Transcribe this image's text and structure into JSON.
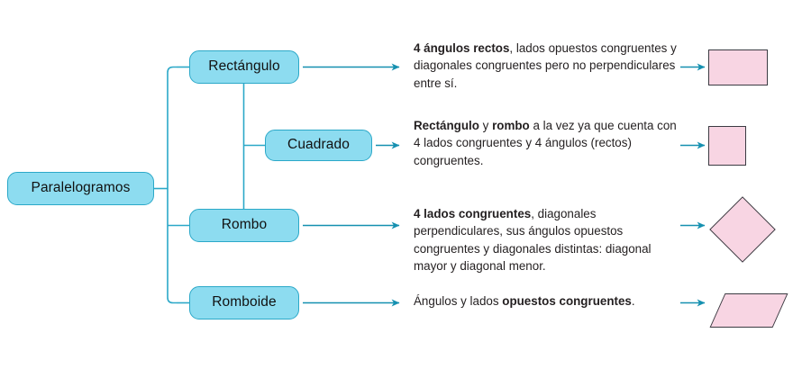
{
  "diagram": {
    "title": "Paralelogramos",
    "root": {
      "label": "Paralelogramos"
    },
    "branches": [
      {
        "node_label": "Rectángulo",
        "description_parts": [
          {
            "text": "4 ángulos rectos",
            "bold": true
          },
          {
            "text": ", lados opuestos congruentes y diagonales congruentes pero no perpendiculares entre sí.",
            "bold": false
          }
        ],
        "description_plain": "4 ángulos rectos, lados opuestos congruentes y diagonales congruentes pero no perpendiculares entre sí.",
        "figure": "rectangle"
      },
      {
        "node_label": "Cuadrado",
        "description_parts": [
          {
            "text": "Rectángulo",
            "bold": true
          },
          {
            "text": " y ",
            "bold": false
          },
          {
            "text": "rombo",
            "bold": true
          },
          {
            "text": " a la vez ya que cuenta con 4 lados congruentes y 4 ángulos (rectos) congruentes.",
            "bold": false
          }
        ],
        "description_plain": "Rectángulo y rombo a la vez ya que cuenta con 4 lados congruentes y 4 ángulos (rectos) congruentes.",
        "figure": "square"
      },
      {
        "node_label": "Rombo",
        "description_parts": [
          {
            "text": "4 lados congruentes",
            "bold": true
          },
          {
            "text": ", diagonales perpendiculares, sus ángulos opuestos congruentes y diagonales distintas: diagonal mayor y diagonal menor.",
            "bold": false
          }
        ],
        "description_plain": "4 lados congruentes, diagonales perpendiculares, sus ángulos opuestos congruentes y diagonales distintas: diagonal mayor y diagonal menor.",
        "figure": "rhombus"
      },
      {
        "node_label": "Romboide",
        "description_parts": [
          {
            "text": "Ángulos y lados ",
            "bold": false
          },
          {
            "text": "opuestos congruentes",
            "bold": true
          },
          {
            "text": ".",
            "bold": false
          }
        ],
        "description_plain": "Ángulos y lados opuestos congruentes.",
        "figure": "parallelogram"
      }
    ],
    "figure_names": {
      "rectangle": "rectangle-figure",
      "square": "square-figure",
      "rhombus": "rhombus-figure",
      "parallelogram": "parallelogram-figure"
    },
    "colors": {
      "node_fill": "#8ddcf0",
      "node_border": "#2ba8c8",
      "connector": "#2ba8c8",
      "arrow": "#1590b0",
      "figure_fill": "#f8d5e3",
      "figure_border": "#3b3b42",
      "text": "#231f20",
      "background": "#ffffff"
    }
  }
}
